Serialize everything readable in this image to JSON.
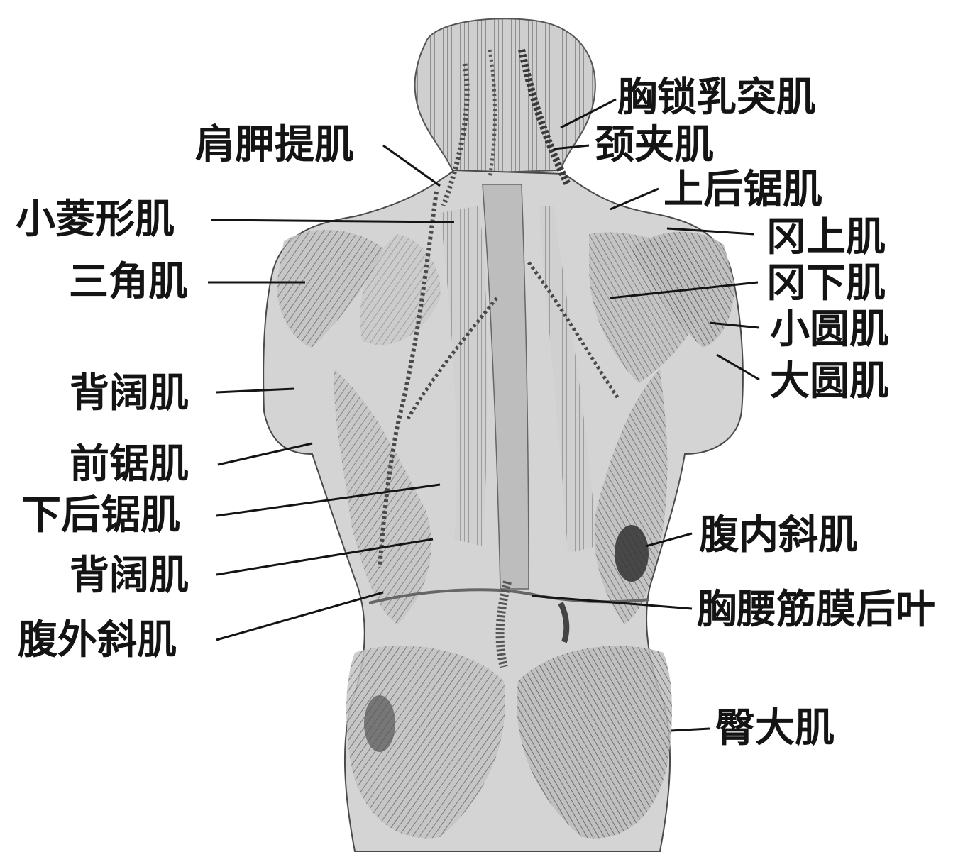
{
  "labels": {
    "xiong_suo_ru_tu": "胸锁乳突肌",
    "jian_jia_ti": "肩胛提肌",
    "jing_jia": "颈夹肌",
    "shang_hou_ju": "上后锯肌",
    "xiao_ling_xing": "小菱形肌",
    "gang_shang": "冈上肌",
    "san_jiao": "三角肌",
    "gang_xia": "冈下肌",
    "xiao_yuan": "小圆肌",
    "bei_kuo_upper": "背阔肌",
    "da_yuan": "大圆肌",
    "qian_ju": "前锯肌",
    "xia_hou_ju": "下后锯肌",
    "fu_nei_xie": "腹内斜肌",
    "bei_kuo_lower": "背阔肌",
    "xiong_yao_jin_mo": "胸腰筋膜后叶",
    "fu_wai_xie": "腹外斜肌",
    "tun_da": "臀大肌"
  },
  "colors": {
    "ink": "#141414",
    "skin_light": "#d9d9d9",
    "skin_mid": "#a6a6a6",
    "skin_dark": "#555555"
  }
}
